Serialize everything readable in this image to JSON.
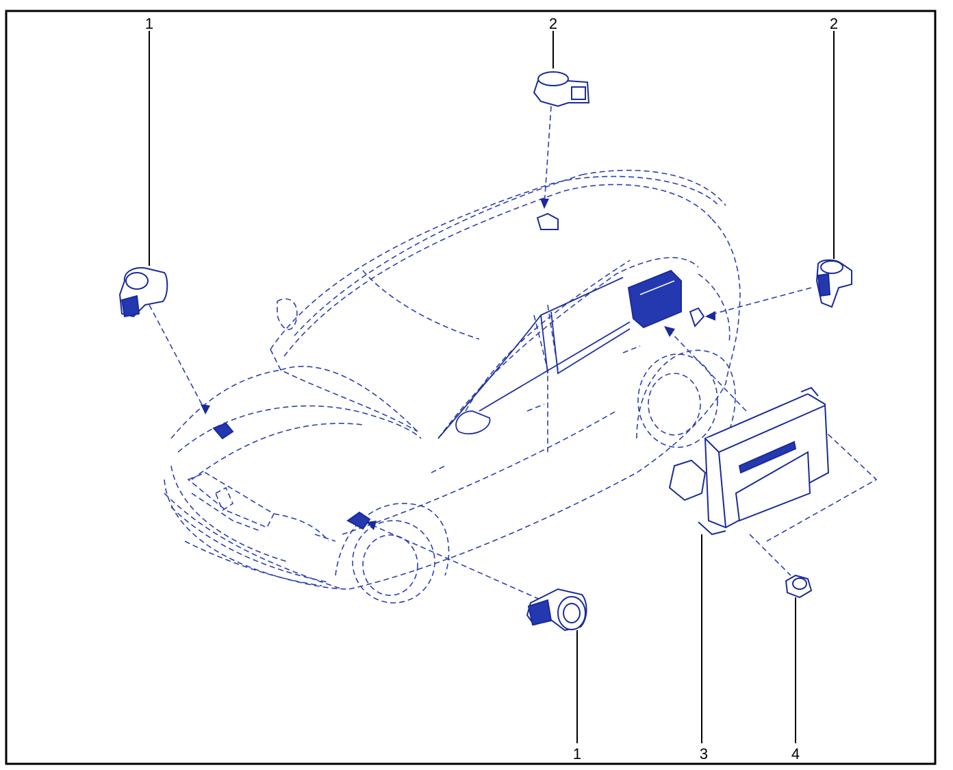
{
  "callouts": [
    {
      "id": "sensor-front-left",
      "label": "1"
    },
    {
      "id": "sensor-rear-top",
      "label": "2"
    },
    {
      "id": "sensor-rear-right",
      "label": "2"
    },
    {
      "id": "sensor-front-bottom",
      "label": "1"
    },
    {
      "id": "control-unit",
      "label": "3"
    },
    {
      "id": "nut",
      "label": "4"
    }
  ],
  "colors": {
    "line": "#2b3fb0",
    "part": "#1a2a9a",
    "frame": "#000000",
    "background": "#ffffff"
  }
}
